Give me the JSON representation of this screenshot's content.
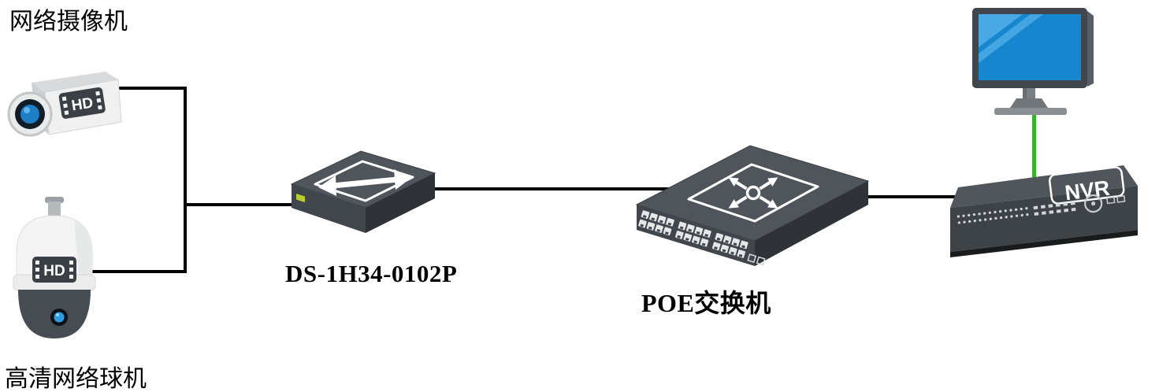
{
  "labels": {
    "network_camera": "网络摄像机",
    "dome_camera": "高清网络球机",
    "extender_model": "DS-1H34-0102P",
    "poe_switch": "POE交换机",
    "nvr": "NVR",
    "hd_badge": "HD"
  },
  "colors": {
    "connection_line": "#000000",
    "monitor_cable_green": "#35b32a",
    "monitor_screen_blue": "#1687ce",
    "device_front_gray": "#41464c",
    "device_top_gray": "#4f555b",
    "device_side_gray": "#2f3337",
    "led_green": "#b9cf2f"
  }
}
